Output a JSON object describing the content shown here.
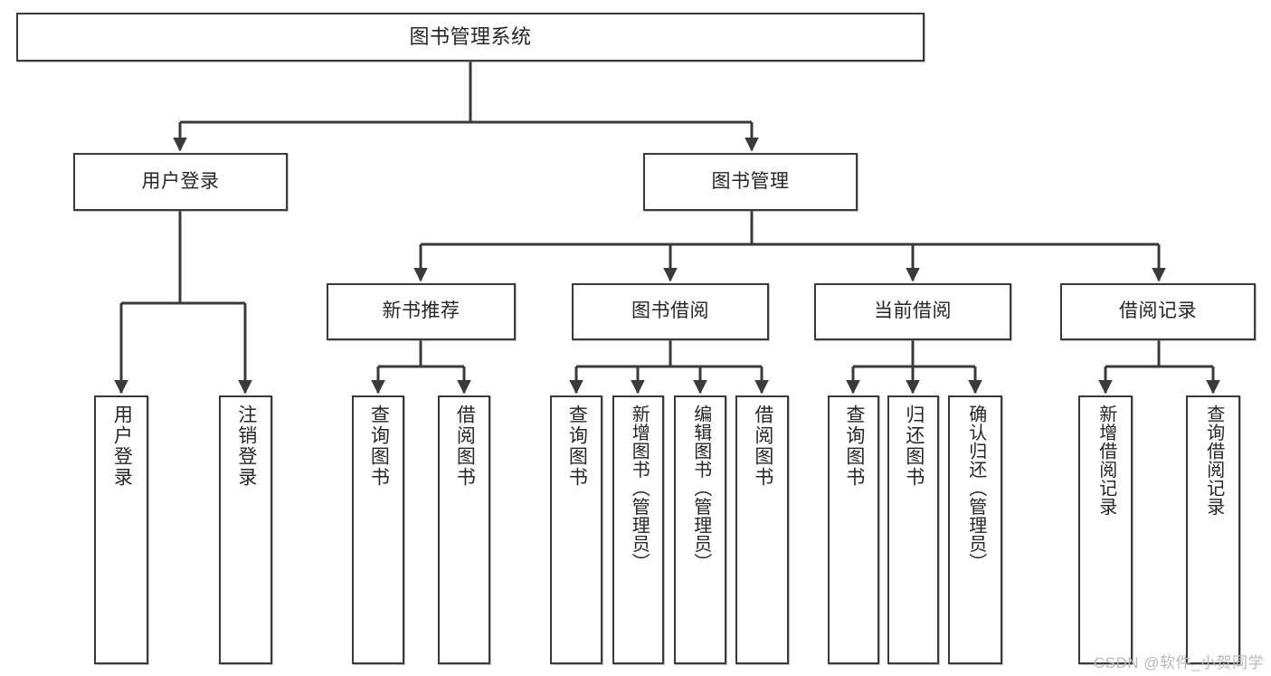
{
  "diagram": {
    "title": "图书管理系统",
    "watermark": "CSDN @软件_小贺同学",
    "line_color": "#3a3a3a",
    "box_border_color": "#3a3a3a",
    "box_fill_color": "#ffffff",
    "text_color": "#262626",
    "watermark_color": "#b9b9b9",
    "type": "tree",
    "levels": 4,
    "root": {
      "id": "root",
      "label": "图书管理系统"
    },
    "level2": [
      {
        "id": "user-login",
        "label": "用户登录"
      },
      {
        "id": "book-manage",
        "label": "图书管理"
      }
    ],
    "level3": [
      {
        "id": "new-book-recommend",
        "label": "新书推荐",
        "parent": "book-manage"
      },
      {
        "id": "book-borrow",
        "label": "图书借阅",
        "parent": "book-manage"
      },
      {
        "id": "current-borrow",
        "label": "当前借阅",
        "parent": "book-manage"
      },
      {
        "id": "borrow-record",
        "label": "借阅记录",
        "parent": "book-manage"
      }
    ],
    "leaves": {
      "user-login": [
        {
          "id": "leaf-user-login",
          "label": "用户登录"
        },
        {
          "id": "leaf-user-logout",
          "label": "注销登录"
        }
      ],
      "new-book-recommend": [
        {
          "id": "leaf-query-book-1",
          "label": "查询图书"
        },
        {
          "id": "leaf-borrow-book-1",
          "label": "借阅图书"
        }
      ],
      "book-borrow": [
        {
          "id": "leaf-query-book-2",
          "label": "查询图书"
        },
        {
          "id": "leaf-add-book",
          "label": "新增图书（管理员）"
        },
        {
          "id": "leaf-edit-book",
          "label": "编辑图书（管理员）"
        },
        {
          "id": "leaf-borrow-book-2",
          "label": "借阅图书"
        }
      ],
      "current-borrow": [
        {
          "id": "leaf-query-book-3",
          "label": "查询图书"
        },
        {
          "id": "leaf-return-book",
          "label": "归还图书"
        },
        {
          "id": "leaf-confirm-return",
          "label": "确认归还（管理员）"
        }
      ],
      "borrow-record": [
        {
          "id": "leaf-add-record",
          "label": "新增借阅记录"
        },
        {
          "id": "leaf-query-record",
          "label": "查询借阅记录"
        }
      ]
    }
  }
}
